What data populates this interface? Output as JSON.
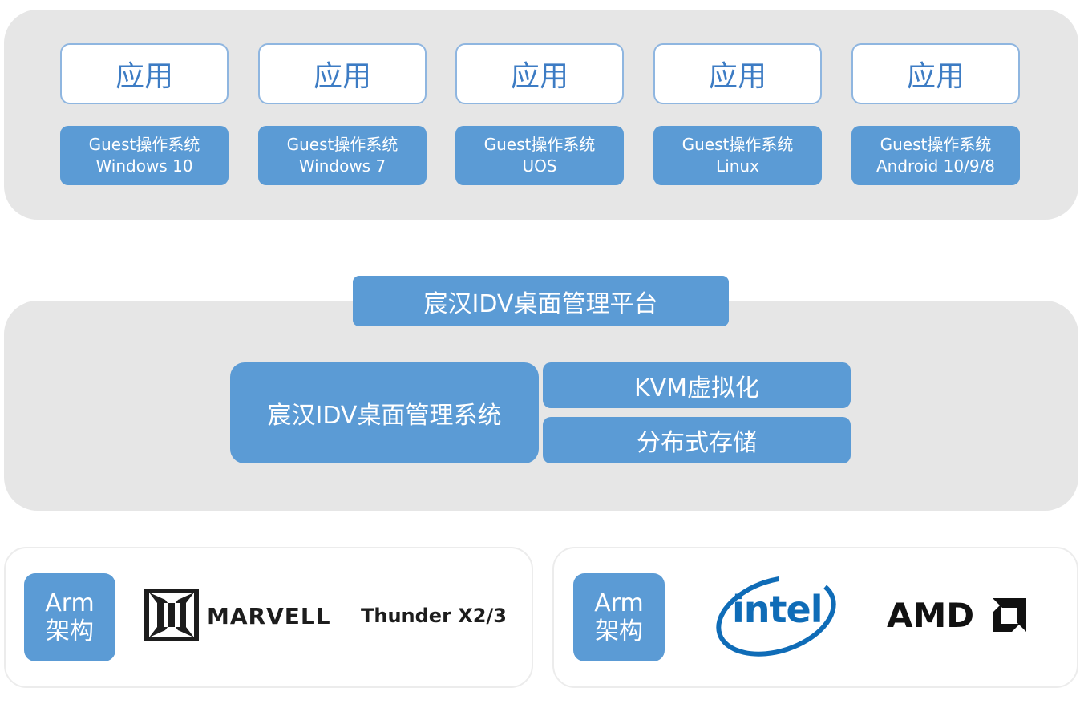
{
  "guest_stack": [
    {
      "app": "应用",
      "os_title": "Guest操作系统",
      "os_name": "Windows 10"
    },
    {
      "app": "应用",
      "os_title": "Guest操作系统",
      "os_name": "Windows 7"
    },
    {
      "app": "应用",
      "os_title": "Guest操作系统",
      "os_name": "UOS"
    },
    {
      "app": "应用",
      "os_title": "Guest操作系统",
      "os_name": "Linux"
    },
    {
      "app": "应用",
      "os_title": "Guest操作系统",
      "os_name": "Android 10/9/8"
    }
  ],
  "platform": {
    "title": "宸汉IDV桌面管理平台",
    "system": "宸汉IDV桌面管理系统",
    "kvm": "KVM虚拟化",
    "storage": "分布式存储"
  },
  "hardware": {
    "left": {
      "arch_line1": "Arm",
      "arch_line2": "架构",
      "marvell": "MARVELL",
      "thunder": "Thunder X2/3"
    },
    "right": {
      "arch_line1": "Arm",
      "arch_line2": "架构",
      "intel": "intel",
      "amd": "AMD"
    }
  },
  "colors": {
    "accent_blue": "#5b9bd5",
    "panel_gray": "#e6e6e6",
    "intel_blue": "#0f6cb7"
  }
}
